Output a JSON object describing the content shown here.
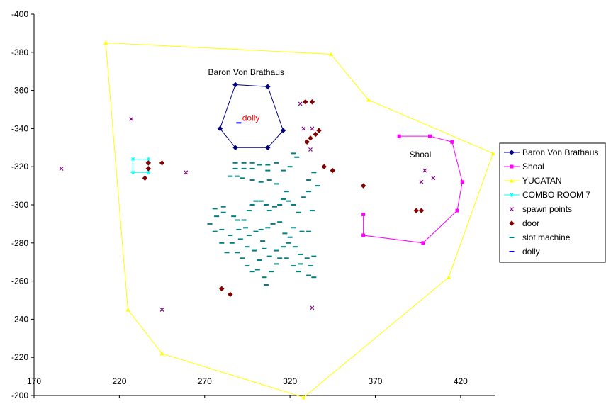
{
  "chart_data": {
    "type": "scatter",
    "title": "",
    "xlabel": "",
    "ylabel": "",
    "xlim": [
      170,
      440
    ],
    "ylim": [
      -200,
      -400
    ],
    "x_ticks": [
      170,
      220,
      270,
      320,
      370,
      420
    ],
    "y_ticks": [
      -400,
      -380,
      -360,
      -340,
      -320,
      -300,
      -280,
      -260,
      -240,
      -220,
      -200
    ],
    "x_tick_labels": [
      "170",
      "220",
      "270",
      "320",
      "370",
      "420"
    ],
    "y_tick_labels": [
      "-400",
      "-380",
      "-360",
      "-340",
      "-320",
      "-300",
      "-280",
      "-260",
      "-240",
      "-220",
      "-200"
    ],
    "grid": false,
    "legend_position": "right",
    "series": [
      {
        "name": "Baron Von Brathaus",
        "color": "#000080",
        "marker": "diamond",
        "line": true,
        "points": [
          [
            288,
            -363
          ],
          [
            307,
            -362
          ],
          [
            316,
            -339
          ],
          [
            307,
            -330
          ],
          [
            288,
            -330
          ],
          [
            279,
            -340
          ],
          [
            288,
            -363
          ]
        ]
      },
      {
        "name": "Shoal",
        "color": "#FF00FF",
        "marker": "square",
        "line": true,
        "points": [
          [
            384,
            -336
          ],
          [
            402,
            -336
          ],
          [
            415,
            -333
          ],
          [
            421,
            -312
          ],
          [
            418,
            -297
          ],
          [
            398,
            -280
          ],
          [
            363,
            -284
          ],
          [
            363,
            -295
          ]
        ]
      },
      {
        "name": "YUCATAN",
        "color": "#FFFF00",
        "marker": "triangle",
        "line": true,
        "points": [
          [
            212,
            -385
          ],
          [
            344,
            -379
          ],
          [
            366,
            -355
          ],
          [
            439,
            -327
          ],
          [
            413,
            -262
          ],
          [
            328,
            -199
          ],
          [
            245,
            -222
          ],
          [
            225,
            -245
          ],
          [
            212,
            -385
          ]
        ]
      },
      {
        "name": "COMBO ROOM 7",
        "color": "#00FFFF",
        "marker": "star",
        "line": true,
        "points": [
          [
            228,
            -324
          ],
          [
            237,
            -324
          ],
          [
            237,
            -317
          ],
          [
            228,
            -317
          ],
          [
            228,
            -324
          ]
        ]
      },
      {
        "name": "spawn points",
        "color": "#800080",
        "marker": "x",
        "line": false,
        "points": [
          [
            186,
            -319
          ],
          [
            227,
            -345
          ],
          [
            259,
            -317
          ],
          [
            245,
            -245
          ],
          [
            326,
            -353
          ],
          [
            328,
            -340
          ],
          [
            333,
            -340
          ],
          [
            332,
            -329
          ],
          [
            333,
            -246
          ],
          [
            397,
            -312
          ],
          [
            399,
            -318
          ],
          [
            404,
            -314
          ]
        ]
      },
      {
        "name": "door",
        "color": "#800000",
        "marker": "diamond",
        "line": false,
        "points": [
          [
            237,
            -322
          ],
          [
            237,
            -319
          ],
          [
            245,
            -322
          ],
          [
            235,
            -314
          ],
          [
            329,
            -354
          ],
          [
            333,
            -354
          ],
          [
            330,
            -333
          ],
          [
            332,
            -335
          ],
          [
            335,
            -337
          ],
          [
            337,
            -339
          ],
          [
            340,
            -320
          ],
          [
            345,
            -318
          ],
          [
            363,
            -310
          ],
          [
            394,
            -297
          ],
          [
            397,
            -297
          ],
          [
            280,
            -256
          ],
          [
            285,
            -253
          ]
        ]
      },
      {
        "name": "slot machine",
        "color": "#008080",
        "marker": "dash",
        "line": false,
        "points": [
          [
            288,
            -322
          ],
          [
            293,
            -322
          ],
          [
            288,
            -319
          ],
          [
            293,
            -319
          ],
          [
            298,
            -322
          ],
          [
            298,
            -319
          ],
          [
            302,
            -321
          ],
          [
            307,
            -321
          ],
          [
            307,
            -318
          ],
          [
            312,
            -322
          ],
          [
            316,
            -318
          ],
          [
            320,
            -320
          ],
          [
            322,
            -327
          ],
          [
            324,
            -325
          ],
          [
            285,
            -315
          ],
          [
            289,
            -315
          ],
          [
            292,
            -314
          ],
          [
            298,
            -313
          ],
          [
            303,
            -312
          ],
          [
            308,
            -313
          ],
          [
            312,
            -311
          ],
          [
            276,
            -298
          ],
          [
            277,
            -294
          ],
          [
            281,
            -299
          ],
          [
            281,
            -296
          ],
          [
            287,
            -294
          ],
          [
            289,
            -292
          ],
          [
            293,
            -292
          ],
          [
            296,
            -297
          ],
          [
            298,
            -300
          ],
          [
            300,
            -302
          ],
          [
            303,
            -302
          ],
          [
            306,
            -300
          ],
          [
            308,
            -297
          ],
          [
            311,
            -299
          ],
          [
            314,
            -300
          ],
          [
            316,
            -303
          ],
          [
            318,
            -307
          ],
          [
            319,
            -302
          ],
          [
            322,
            -300
          ],
          [
            325,
            -296
          ],
          [
            328,
            -304
          ],
          [
            331,
            -307
          ],
          [
            331,
            -313
          ],
          [
            334,
            -317
          ],
          [
            336,
            -310
          ],
          [
            333,
            -297
          ],
          [
            273,
            -290
          ],
          [
            276,
            -286
          ],
          [
            280,
            -287
          ],
          [
            285,
            -284
          ],
          [
            290,
            -287
          ],
          [
            294,
            -288
          ],
          [
            296,
            -284
          ],
          [
            300,
            -286
          ],
          [
            303,
            -287
          ],
          [
            307,
            -288
          ],
          [
            310,
            -290
          ],
          [
            314,
            -291
          ],
          [
            317,
            -285
          ],
          [
            320,
            -283
          ],
          [
            322,
            -288
          ],
          [
            327,
            -286
          ],
          [
            331,
            -286
          ],
          [
            280,
            -280
          ],
          [
            286,
            -280
          ],
          [
            291,
            -282
          ],
          [
            295,
            -278
          ],
          [
            299,
            -276
          ],
          [
            304,
            -281
          ],
          [
            305,
            -277
          ],
          [
            308,
            -273
          ],
          [
            312,
            -276
          ],
          [
            316,
            -278
          ],
          [
            319,
            -280
          ],
          [
            323,
            -278
          ],
          [
            326,
            -274
          ],
          [
            330,
            -272
          ],
          [
            332,
            -268
          ],
          [
            334,
            -273
          ],
          [
            283,
            -275
          ],
          [
            289,
            -275
          ],
          [
            292,
            -272
          ],
          [
            295,
            -268
          ],
          [
            298,
            -265
          ],
          [
            301,
            -266
          ],
          [
            302,
            -271
          ],
          [
            305,
            -262
          ],
          [
            306,
            -258
          ],
          [
            309,
            -265
          ],
          [
            312,
            -269
          ],
          [
            314,
            -272
          ],
          [
            318,
            -272
          ],
          [
            322,
            -268
          ],
          [
            325,
            -265
          ],
          [
            326,
            -269
          ],
          [
            331,
            -263
          ],
          [
            334,
            -262
          ]
        ]
      },
      {
        "name": "dolly",
        "color": "#0000FF",
        "marker": "dash",
        "line": false,
        "points": [
          [
            290,
            -343
          ]
        ]
      }
    ],
    "annotations": [
      {
        "text": "Baron Von Brathaus",
        "x": 272,
        "y": -368,
        "color": "#000000"
      },
      {
        "text": "dolly",
        "x": 292,
        "y": -344,
        "color": "#FF0000"
      },
      {
        "text": "Shoal",
        "x": 390,
        "y": -325,
        "color": "#000000"
      }
    ]
  }
}
